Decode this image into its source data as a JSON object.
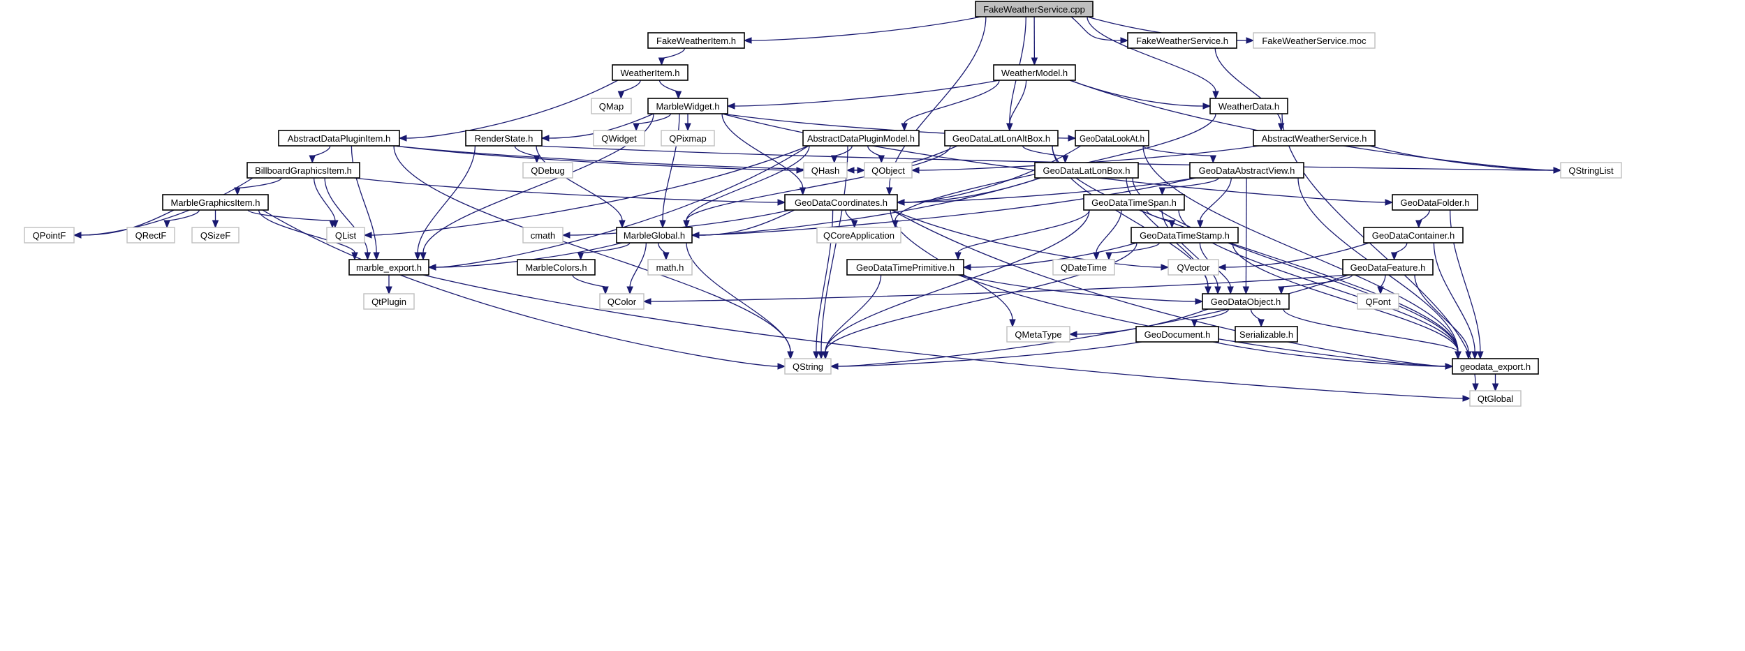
{
  "title": "FakeWeatherService.cpp include dependency graph",
  "colors": {
    "edge": "#191970",
    "root_fill": "#bfbfbf",
    "documented_border": "#000000",
    "external_border": "#bfbfbf",
    "background": "#ffffff"
  },
  "nodes": [
    {
      "id": "n_root",
      "label": "FakeWeatherService.cpp",
      "kind": "root"
    },
    {
      "id": "n_fwi",
      "label": "FakeWeatherItem.h",
      "kind": "documented"
    },
    {
      "id": "n_fwsh",
      "label": "FakeWeatherService.h",
      "kind": "documented"
    },
    {
      "id": "n_moc",
      "label": "FakeWeatherService.moc",
      "kind": "external"
    },
    {
      "id": "n_wi",
      "label": "WeatherItem.h",
      "kind": "documented"
    },
    {
      "id": "n_wm",
      "label": "WeatherModel.h",
      "kind": "documented"
    },
    {
      "id": "n_qmap",
      "label": "QMap",
      "kind": "external"
    },
    {
      "id": "n_mw",
      "label": "MarbleWidget.h",
      "kind": "documented"
    },
    {
      "id": "n_wd",
      "label": "WeatherData.h",
      "kind": "documented"
    },
    {
      "id": "n_adpi",
      "label": "AbstractDataPluginItem.h",
      "kind": "documented"
    },
    {
      "id": "n_rs",
      "label": "RenderState.h",
      "kind": "documented"
    },
    {
      "id": "n_qwidget",
      "label": "QWidget",
      "kind": "external"
    },
    {
      "id": "n_qpixmap",
      "label": "QPixmap",
      "kind": "external"
    },
    {
      "id": "n_adpm",
      "label": "AbstractDataPluginModel.h",
      "kind": "documented"
    },
    {
      "id": "n_llab",
      "label": "GeoDataLatLonAltBox.h",
      "kind": "documented"
    },
    {
      "id": "n_la",
      "label": "GeoDataLookAt.h",
      "kind": "documented"
    },
    {
      "id": "n_aws",
      "label": "AbstractWeatherService.h",
      "kind": "documented"
    },
    {
      "id": "n_bgi",
      "label": "BillboardGraphicsItem.h",
      "kind": "documented"
    },
    {
      "id": "n_qdebug",
      "label": "QDebug",
      "kind": "external"
    },
    {
      "id": "n_qhash",
      "label": "QHash",
      "kind": "external"
    },
    {
      "id": "n_qobject",
      "label": "QObject",
      "kind": "external"
    },
    {
      "id": "n_llb",
      "label": "GeoDataLatLonBox.h",
      "kind": "documented"
    },
    {
      "id": "n_gav",
      "label": "GeoDataAbstractView.h",
      "kind": "documented"
    },
    {
      "id": "n_qsl",
      "label": "QStringList",
      "kind": "external"
    },
    {
      "id": "n_mgi",
      "label": "MarbleGraphicsItem.h",
      "kind": "documented"
    },
    {
      "id": "n_gc",
      "label": "GeoDataCoordinates.h",
      "kind": "documented"
    },
    {
      "id": "n_gts",
      "label": "GeoDataTimeSpan.h",
      "kind": "documented"
    },
    {
      "id": "n_gfold",
      "label": "GeoDataFolder.h",
      "kind": "documented"
    },
    {
      "id": "n_qpointf",
      "label": "QPointF",
      "kind": "external"
    },
    {
      "id": "n_qrectf",
      "label": "QRectF",
      "kind": "external"
    },
    {
      "id": "n_qsizef",
      "label": "QSizeF",
      "kind": "external"
    },
    {
      "id": "n_qlist",
      "label": "QList",
      "kind": "external"
    },
    {
      "id": "n_cmath",
      "label": "cmath",
      "kind": "external"
    },
    {
      "id": "n_mg",
      "label": "MarbleGlobal.h",
      "kind": "documented"
    },
    {
      "id": "n_qcore",
      "label": "QCoreApplication",
      "kind": "external"
    },
    {
      "id": "n_gtst",
      "label": "GeoDataTimeStamp.h",
      "kind": "documented"
    },
    {
      "id": "n_gcont",
      "label": "GeoDataContainer.h",
      "kind": "documented"
    },
    {
      "id": "n_me",
      "label": "marble_export.h",
      "kind": "documented"
    },
    {
      "id": "n_mc",
      "label": "MarbleColors.h",
      "kind": "documented"
    },
    {
      "id": "n_mathh",
      "label": "math.h",
      "kind": "external"
    },
    {
      "id": "n_gtp",
      "label": "GeoDataTimePrimitive.h",
      "kind": "documented"
    },
    {
      "id": "n_qdt",
      "label": "QDateTime",
      "kind": "external"
    },
    {
      "id": "n_qvector",
      "label": "QVector",
      "kind": "external"
    },
    {
      "id": "n_gfeat",
      "label": "GeoDataFeature.h",
      "kind": "documented"
    },
    {
      "id": "n_qtplugin",
      "label": "QtPlugin",
      "kind": "external"
    },
    {
      "id": "n_qcolor",
      "label": "QColor",
      "kind": "external"
    },
    {
      "id": "n_gobj",
      "label": "GeoDataObject.h",
      "kind": "documented"
    },
    {
      "id": "n_qfont",
      "label": "QFont",
      "kind": "external"
    },
    {
      "id": "n_qmeta",
      "label": "QMetaType",
      "kind": "external"
    },
    {
      "id": "n_gdoc",
      "label": "GeoDocument.h",
      "kind": "documented"
    },
    {
      "id": "n_ser",
      "label": "Serializable.h",
      "kind": "documented"
    },
    {
      "id": "n_qstring",
      "label": "QString",
      "kind": "external"
    },
    {
      "id": "n_ge",
      "label": "geodata_export.h",
      "kind": "documented"
    },
    {
      "id": "n_qtglobal",
      "label": "QtGlobal",
      "kind": "external"
    }
  ],
  "edges": [
    [
      "n_root",
      "n_fwi"
    ],
    [
      "n_root",
      "n_gc"
    ],
    [
      "n_root",
      "n_llab"
    ],
    [
      "n_root",
      "n_wm"
    ],
    [
      "n_root",
      "n_wd"
    ],
    [
      "n_root",
      "n_fwsh"
    ],
    [
      "n_root",
      "n_moc"
    ],
    [
      "n_fwi",
      "n_wi"
    ],
    [
      "n_fwsh",
      "n_aws"
    ],
    [
      "n_wi",
      "n_adpi"
    ],
    [
      "n_wi",
      "n_qmap"
    ],
    [
      "n_wi",
      "n_mw"
    ],
    [
      "n_wm",
      "n_mw"
    ],
    [
      "n_wm",
      "n_adpm"
    ],
    [
      "n_wm",
      "n_llab"
    ],
    [
      "n_wm",
      "n_wd"
    ],
    [
      "n_wm",
      "n_qsl"
    ],
    [
      "n_wd",
      "n_qtglobal"
    ],
    [
      "n_wd",
      "n_qcore"
    ],
    [
      "n_mw",
      "n_rs"
    ],
    [
      "n_mw",
      "n_qwidget"
    ],
    [
      "n_mw",
      "n_qpixmap"
    ],
    [
      "n_mw",
      "n_me"
    ],
    [
      "n_mw",
      "n_mg"
    ],
    [
      "n_mw",
      "n_gc"
    ],
    [
      "n_mw",
      "n_la"
    ],
    [
      "n_mw",
      "n_gfold"
    ],
    [
      "n_adpi",
      "n_bgi"
    ],
    [
      "n_adpi",
      "n_me"
    ],
    [
      "n_adpi",
      "n_qhash"
    ],
    [
      "n_adpi",
      "n_qobject"
    ],
    [
      "n_adpi",
      "n_qstring"
    ],
    [
      "n_rs",
      "n_qdebug"
    ],
    [
      "n_rs",
      "n_me"
    ],
    [
      "n_rs",
      "n_mg"
    ],
    [
      "n_rs",
      "n_qsl"
    ],
    [
      "n_adpm",
      "n_qhash"
    ],
    [
      "n_adpm",
      "n_qobject"
    ],
    [
      "n_adpm",
      "n_qlist"
    ],
    [
      "n_adpm",
      "n_me"
    ],
    [
      "n_adpm",
      "n_mg"
    ],
    [
      "n_adpm",
      "n_qstring"
    ],
    [
      "n_llab",
      "n_llb"
    ],
    [
      "n_llab",
      "n_qhash"
    ],
    [
      "n_llab",
      "n_mg"
    ],
    [
      "n_llab",
      "n_gobj"
    ],
    [
      "n_llab",
      "n_ge"
    ],
    [
      "n_la",
      "n_gav"
    ],
    [
      "n_la",
      "n_gc"
    ],
    [
      "n_la",
      "n_ge"
    ],
    [
      "n_aws",
      "n_qobject"
    ],
    [
      "n_aws",
      "n_qsl"
    ],
    [
      "n_bgi",
      "n_mgi"
    ],
    [
      "n_bgi",
      "n_qpointf"
    ],
    [
      "n_bgi",
      "n_qlist"
    ],
    [
      "n_bgi",
      "n_me"
    ],
    [
      "n_bgi",
      "n_gc"
    ],
    [
      "n_llb",
      "n_gc"
    ],
    [
      "n_llb",
      "n_mg"
    ],
    [
      "n_llb",
      "n_gobj"
    ],
    [
      "n_llb",
      "n_ge"
    ],
    [
      "n_gav",
      "n_gts"
    ],
    [
      "n_gav",
      "n_gtst"
    ],
    [
      "n_gav",
      "n_gc"
    ],
    [
      "n_gav",
      "n_mg"
    ],
    [
      "n_gav",
      "n_gobj"
    ],
    [
      "n_gav",
      "n_ge"
    ],
    [
      "n_mgi",
      "n_qpointf"
    ],
    [
      "n_mgi",
      "n_qrectf"
    ],
    [
      "n_mgi",
      "n_qsizef"
    ],
    [
      "n_mgi",
      "n_qlist"
    ],
    [
      "n_mgi",
      "n_me"
    ],
    [
      "n_mgi",
      "n_qstring"
    ],
    [
      "n_gc",
      "n_cmath"
    ],
    [
      "n_gc",
      "n_mg"
    ],
    [
      "n_gc",
      "n_qcore"
    ],
    [
      "n_gc",
      "n_qvector"
    ],
    [
      "n_gc",
      "n_qmeta"
    ],
    [
      "n_gc",
      "n_qstring"
    ],
    [
      "n_gc",
      "n_ge"
    ],
    [
      "n_gts",
      "n_gtst"
    ],
    [
      "n_gts",
      "n_gtp"
    ],
    [
      "n_gts",
      "n_qdt"
    ],
    [
      "n_gts",
      "n_gobj"
    ],
    [
      "n_gts",
      "n_qstring"
    ],
    [
      "n_gts",
      "n_ge"
    ],
    [
      "n_gfold",
      "n_gcont"
    ],
    [
      "n_gfold",
      "n_ge"
    ],
    [
      "n_mg",
      "n_me"
    ],
    [
      "n_mg",
      "n_mc"
    ],
    [
      "n_mg",
      "n_mathh"
    ],
    [
      "n_mg",
      "n_qcolor"
    ],
    [
      "n_mg",
      "n_qstring"
    ],
    [
      "n_gtst",
      "n_gtp"
    ],
    [
      "n_gtst",
      "n_qdt"
    ],
    [
      "n_gtst",
      "n_gobj"
    ],
    [
      "n_gtst",
      "n_qstring"
    ],
    [
      "n_gtst",
      "n_ge"
    ],
    [
      "n_gcont",
      "n_gfeat"
    ],
    [
      "n_gcont",
      "n_qvector"
    ],
    [
      "n_gcont",
      "n_ge"
    ],
    [
      "n_me",
      "n_qtplugin"
    ],
    [
      "n_me",
      "n_qtglobal"
    ],
    [
      "n_mc",
      "n_qcolor"
    ],
    [
      "n_gtp",
      "n_gobj"
    ],
    [
      "n_gtp",
      "n_qstring"
    ],
    [
      "n_gtp",
      "n_ge"
    ],
    [
      "n_gfeat",
      "n_gobj"
    ],
    [
      "n_gfeat",
      "n_qcolor"
    ],
    [
      "n_gfeat",
      "n_qfont"
    ],
    [
      "n_gfeat",
      "n_qstring"
    ],
    [
      "n_gfeat",
      "n_ge"
    ],
    [
      "n_gobj",
      "n_gdoc"
    ],
    [
      "n_gobj",
      "n_ser"
    ],
    [
      "n_gobj",
      "n_qmeta"
    ],
    [
      "n_gobj",
      "n_ge"
    ],
    [
      "n_gdoc",
      "n_qstring"
    ],
    [
      "n_gdoc",
      "n_ge"
    ],
    [
      "n_ge",
      "n_qtglobal"
    ]
  ]
}
